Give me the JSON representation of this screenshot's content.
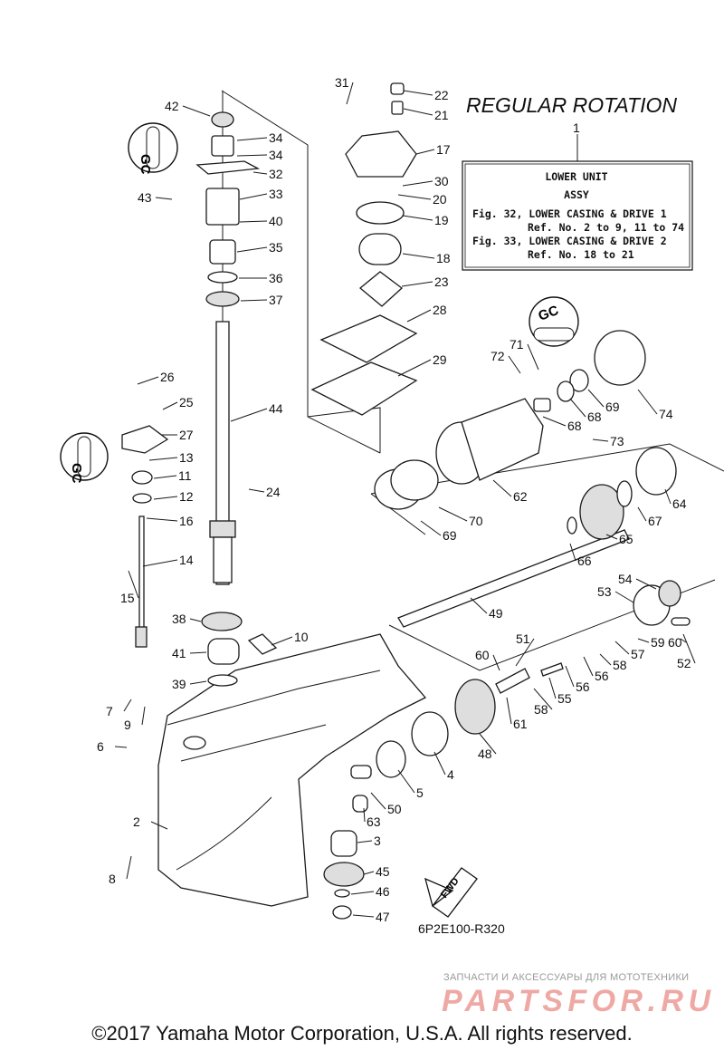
{
  "title": "REGULAR ROTATION",
  "ref_box": {
    "ref_number": "1",
    "line1": "LOWER UNIT",
    "line2": "ASSY",
    "line3": "Fig. 32, LOWER CASING & DRIVE 1",
    "line4": "Ref. No. 2 to 9, 11 to 74",
    "line5": "Fig. 33, LOWER CASING & DRIVE 2",
    "line6": "Ref. No. 18 to 21"
  },
  "diagram_code": "6P2E100-R320",
  "fwd_label": "FWD",
  "watermark": {
    "top": "ЗАПЧАСТИ И АКСЕССУАРЫ ДЛЯ МОТОТЕХНИКИ",
    "brand": "PARTSFOR.RU"
  },
  "copyright": "©2017 Yamaha Motor Corporation, U.S.A. All rights reserved.",
  "grease_symbol": "GC",
  "part_numbers": [
    "2",
    "3",
    "4",
    "5",
    "6",
    "7",
    "8",
    "9",
    "10",
    "11",
    "12",
    "13",
    "14",
    "15",
    "16",
    "17",
    "18",
    "19",
    "20",
    "21",
    "22",
    "23",
    "24",
    "25",
    "26",
    "27",
    "28",
    "29",
    "30",
    "31",
    "32",
    "33",
    "34",
    "34",
    "35",
    "36",
    "37",
    "38",
    "39",
    "40",
    "41",
    "42",
    "43",
    "44",
    "45",
    "46",
    "47",
    "48",
    "49",
    "50",
    "51",
    "52",
    "53",
    "54",
    "55",
    "56",
    "56",
    "57",
    "58",
    "58",
    "59",
    "60",
    "60",
    "61",
    "62",
    "63",
    "64",
    "65",
    "66",
    "67",
    "68",
    "68",
    "69",
    "69",
    "70",
    "71",
    "72",
    "73",
    "74"
  ]
}
